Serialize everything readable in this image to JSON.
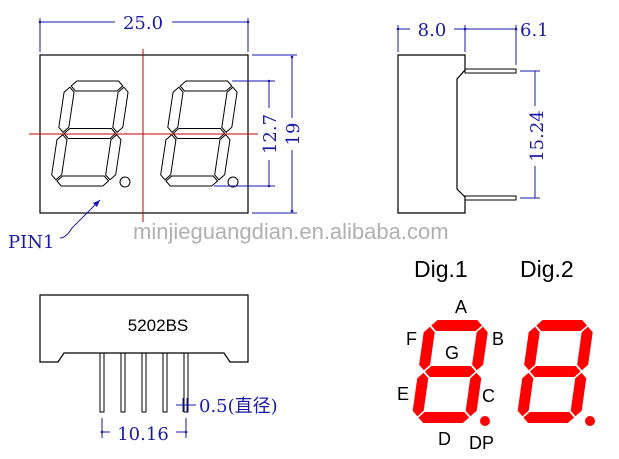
{
  "top_view": {
    "width_dim": "25.0",
    "digit_height_dim": "12.7",
    "height_dim": "19",
    "pin1_label": "PIN1"
  },
  "side_view": {
    "depth_dim": "8.0",
    "pin_length_dim": "6.1",
    "row_spacing_dim": "15.24"
  },
  "bottom_view": {
    "part_number": "5202BS",
    "pin_diameter_dim": "0.5(直径)",
    "pin_span_dim": "10.16",
    "pin_count": 5
  },
  "segment_diagram": {
    "digit1_label": "Dig.1",
    "digit2_label": "Dig.2",
    "segments": {
      "a": "A",
      "b": "B",
      "c": "C",
      "d": "D",
      "e": "E",
      "f": "F",
      "g": "G",
      "dp": "DP"
    }
  },
  "watermark": "minjieguangdian.en.alibaba.com",
  "colors": {
    "dimension": "#1a1aa8",
    "segment": "#ff0000",
    "centerline": "#cc0000",
    "outline": "#000000"
  }
}
